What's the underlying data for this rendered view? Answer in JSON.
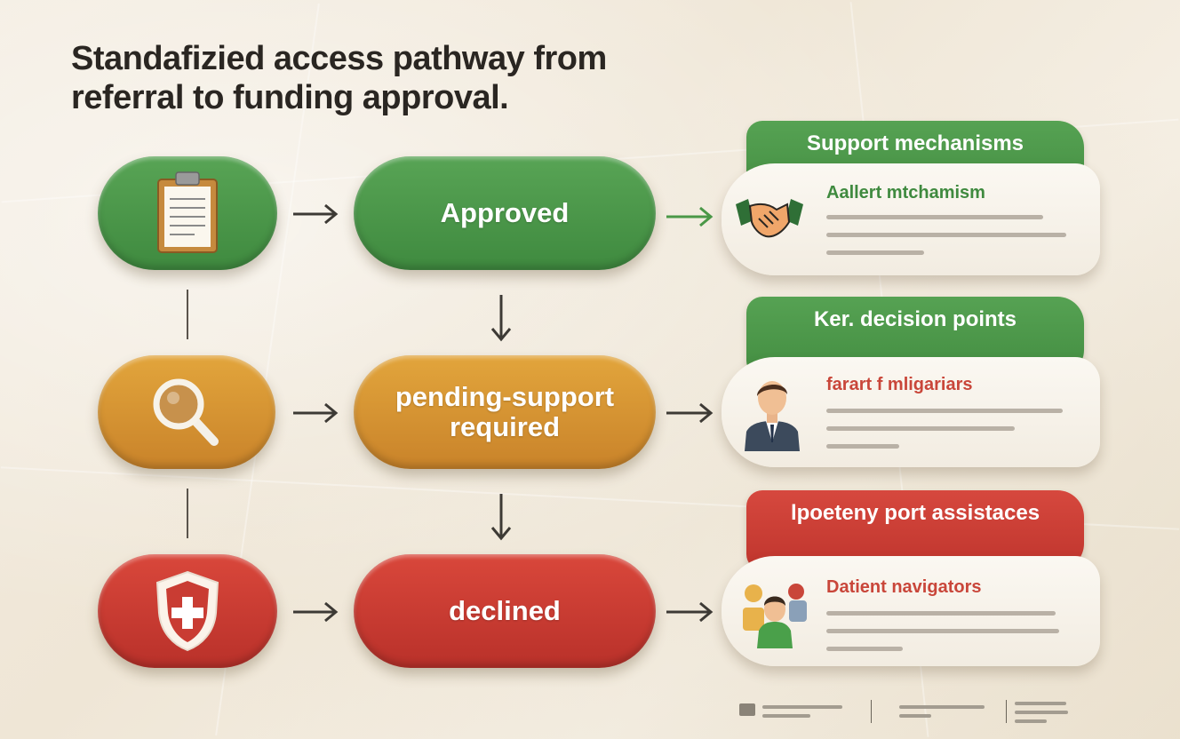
{
  "title": "Standafizied access pathway from referral to funding approval.",
  "statuses": [
    {
      "label": "Approved",
      "color": "#4a9847"
    },
    {
      "label": "pending-support required",
      "color": "#d6952f"
    },
    {
      "label": "declined",
      "color": "#c93c33"
    }
  ],
  "icons": {
    "start_green": "clipboard-icon",
    "start_amber": "magnifier-icon",
    "start_red": "shield-cross-icon",
    "card1": "handshake-icon",
    "card2": "person-icon",
    "card3": "navigators-icon"
  },
  "panels": [
    {
      "tab": "Support mechanisms",
      "heading": "Aallert mtchamism",
      "tab_color": "#4a9847",
      "heading_color": "#3f8a3f"
    },
    {
      "tab": "Ker. decision points",
      "heading": "farart f mligariars",
      "tab_color": "#4a9847",
      "heading_color": "#c9463a"
    },
    {
      "tab": "lpoeteny port assistaces",
      "heading": "Datient navigators",
      "tab_color": "#c93c33",
      "heading_color": "#c9463a"
    }
  ]
}
